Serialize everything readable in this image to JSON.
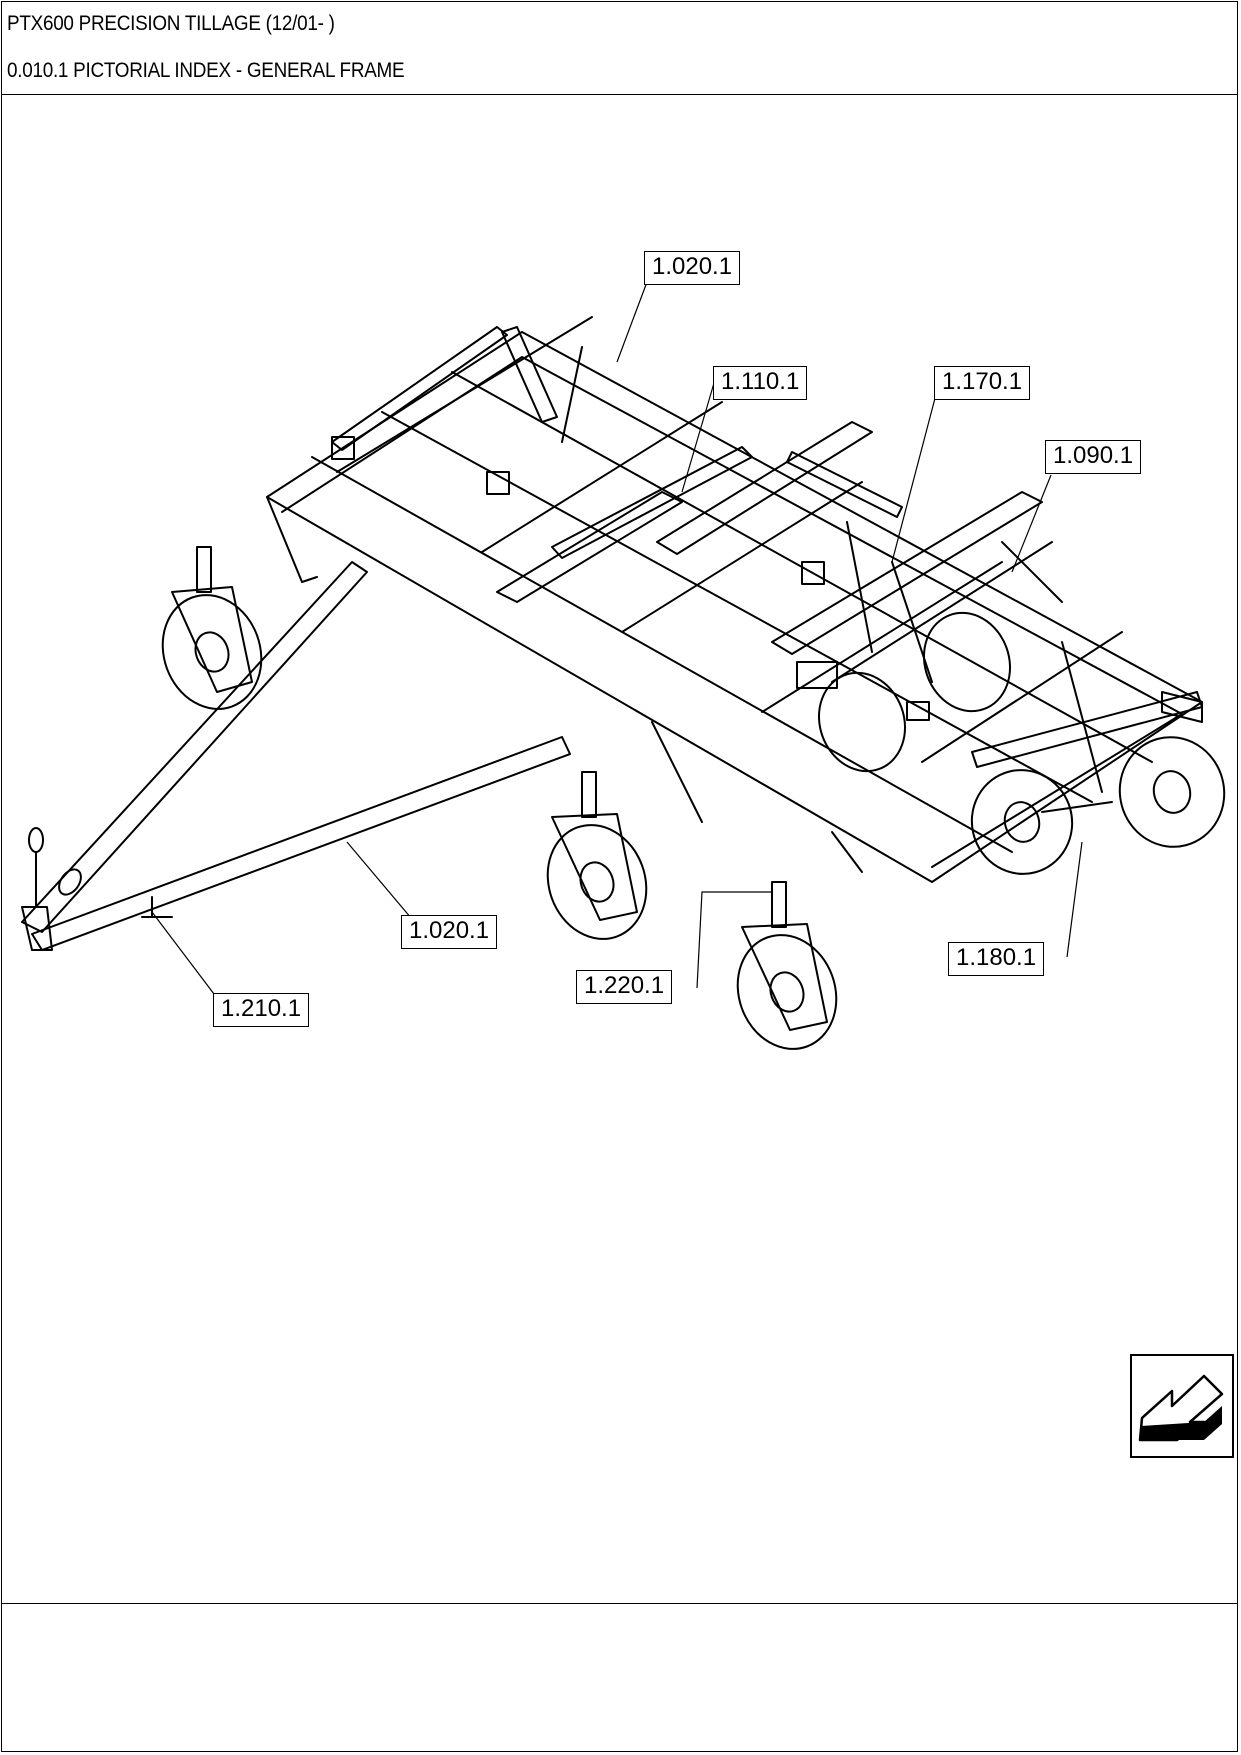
{
  "header": {
    "title": "PTX600 PRECISION TILLAGE (12/01- )",
    "subtitle": "0.010.1 PICTORIAL INDEX - GENERAL FRAME"
  },
  "callouts": [
    {
      "id": "c1",
      "label": "1.020.1"
    },
    {
      "id": "c2",
      "label": "1.110.1"
    },
    {
      "id": "c3",
      "label": "1.170.1"
    },
    {
      "id": "c4",
      "label": "1.090.1"
    },
    {
      "id": "c5",
      "label": "1.020.1"
    },
    {
      "id": "c6",
      "label": "1.210.1"
    },
    {
      "id": "c7",
      "label": "1.220.1"
    },
    {
      "id": "c8",
      "label": "1.180.1"
    }
  ],
  "navigation": {
    "icon": "back-arrow-icon"
  },
  "colors": {
    "ink": "#000000",
    "paper": "#ffffff"
  }
}
